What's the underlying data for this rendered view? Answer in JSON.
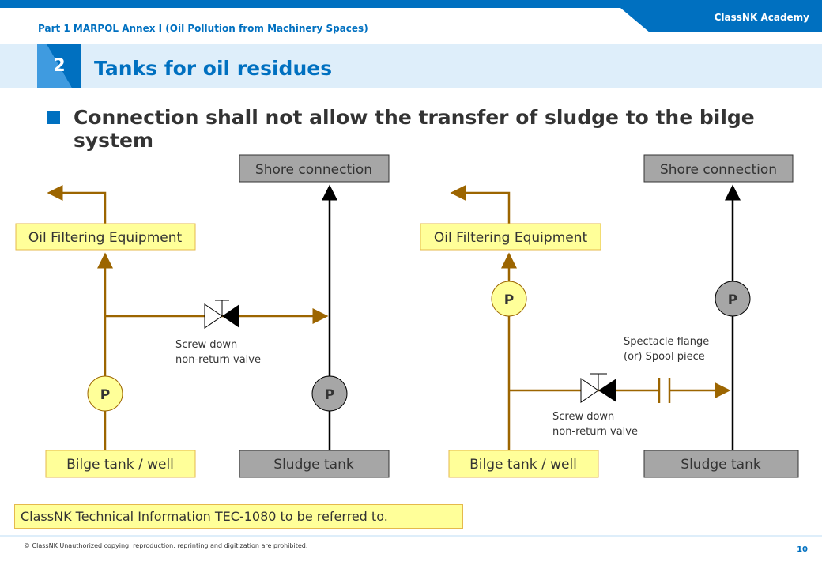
{
  "header": {
    "brand": "ClassNK Academy",
    "part": "Part 1 MARPOL Annex I (Oil Pollution from Machinery Spaces)",
    "section_number": "2",
    "section_title": "Tanks for oil residues"
  },
  "heading": "Connection shall not allow the transfer of sludge to the bilge system",
  "diagram_left": {
    "shore": "Shore connection",
    "filter": "Oil Filtering Equipment",
    "bilge": "Bilge tank / well",
    "sludge": "Sludge tank",
    "pump": "P",
    "pump2": "P",
    "valve_line1": "Screw down",
    "valve_line2": "non-return valve"
  },
  "diagram_right": {
    "shore": "Shore connection",
    "filter": "Oil Filtering Equipment",
    "bilge": "Bilge tank / well",
    "sludge": "Sludge tank",
    "pump": "P",
    "pump2": "P",
    "valve_line1": "Screw down",
    "valve_line2": "non-return valve",
    "flange_line1": "Spectacle  flange",
    "flange_line2": "(or) Spool piece"
  },
  "reference": "ClassNK Technical Information TEC-1080 to be referred to.",
  "footer": {
    "copyright": "© ClassNK Unauthorized copying, reproduction, reprinting and digitization are prohibited.",
    "page": "10"
  },
  "colors": {
    "accent": "#0070C0",
    "pipe": "#9C6500",
    "yellow": "#FFFF99",
    "gray": "#A6A6A6"
  }
}
